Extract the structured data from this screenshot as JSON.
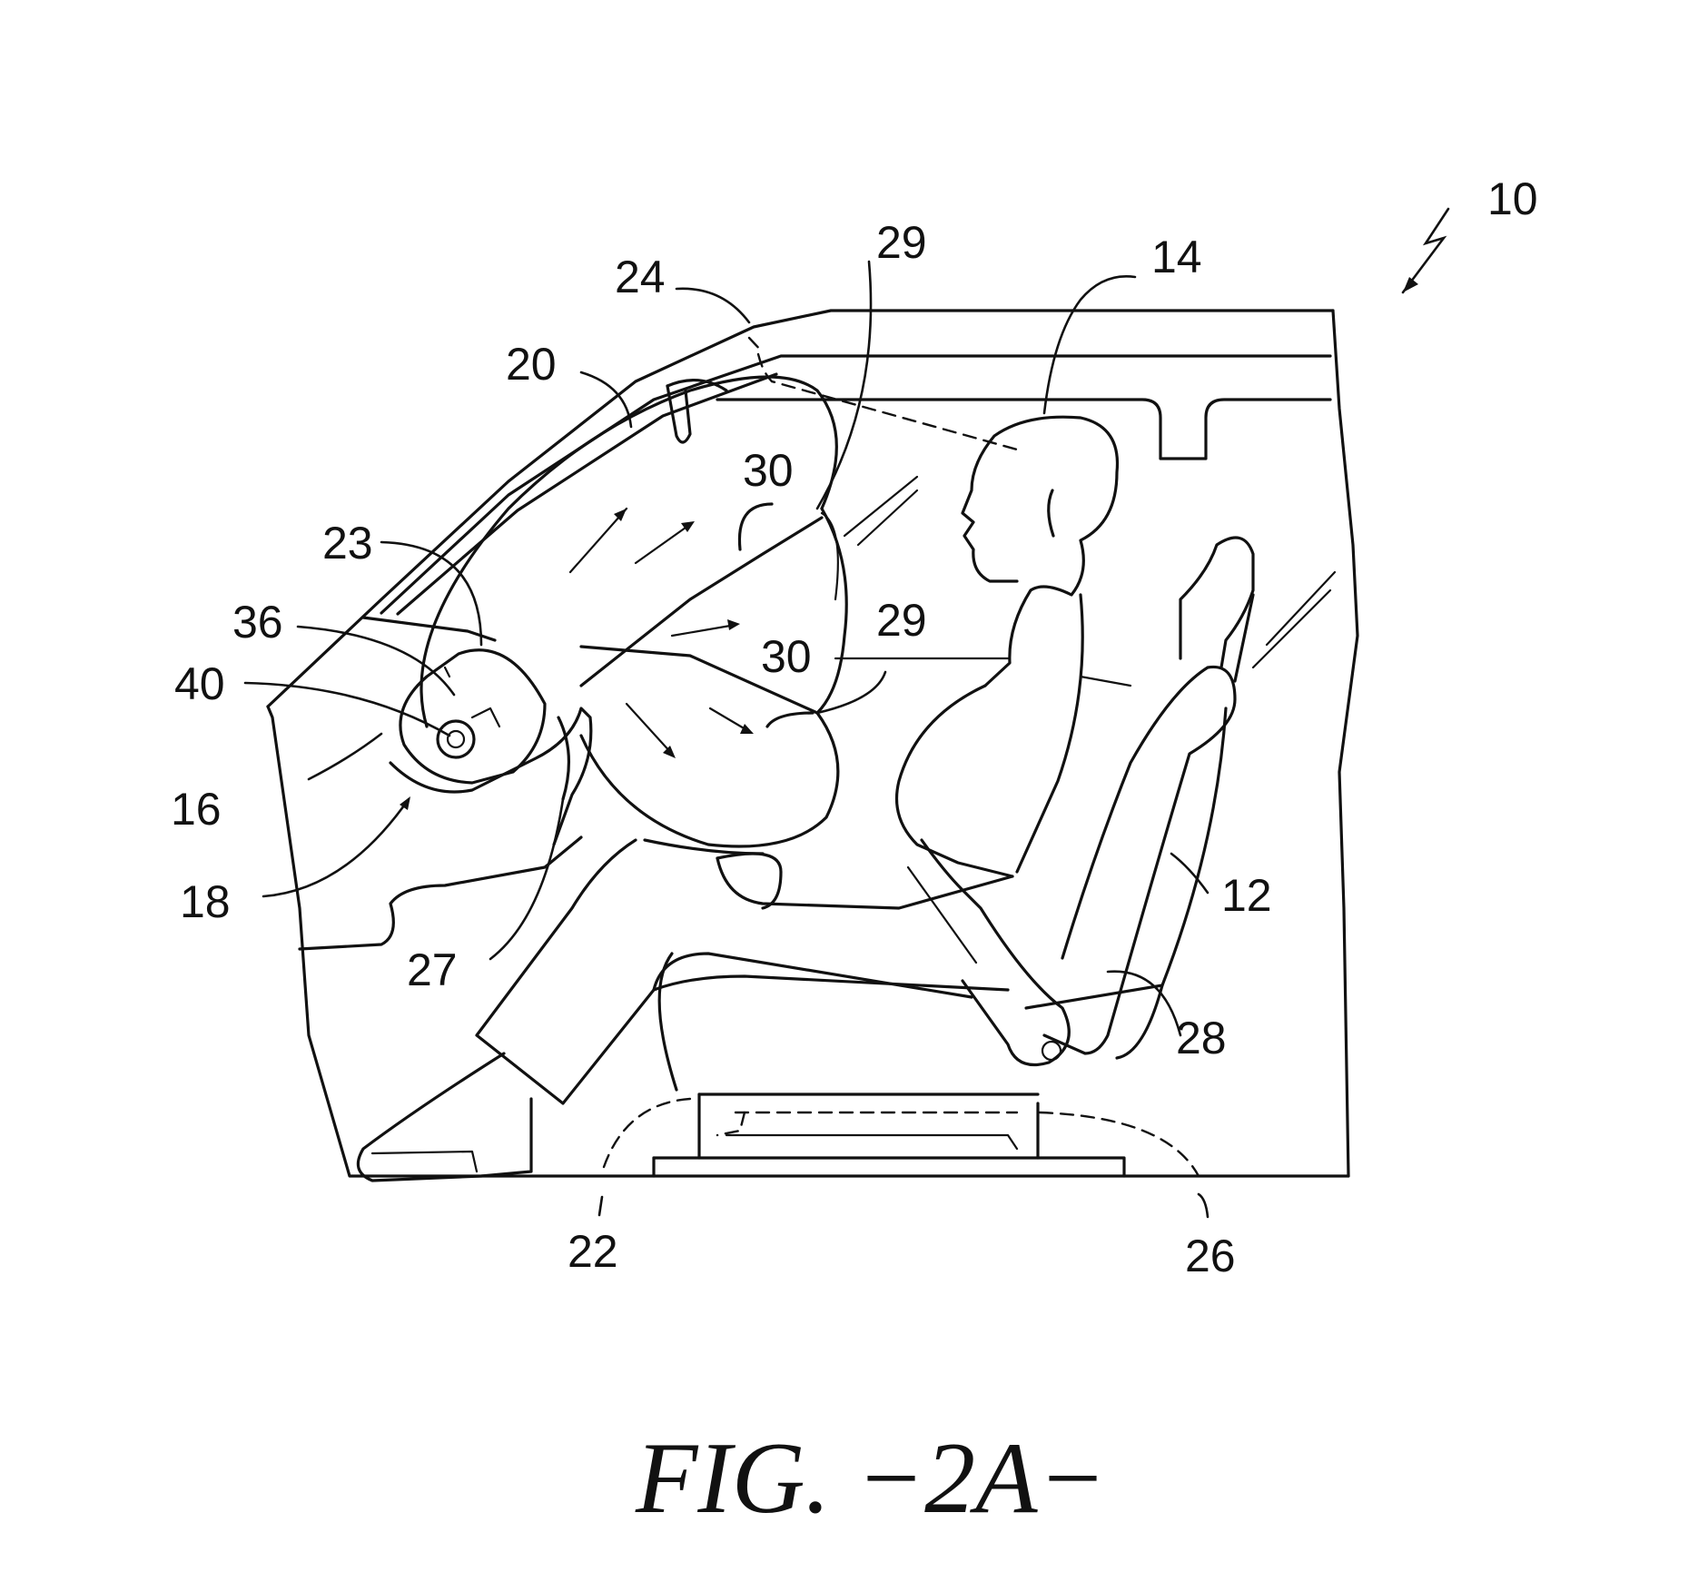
{
  "figure": {
    "caption": "FIG.  −2A−",
    "refs": {
      "r10": "10",
      "r12": "12",
      "r14": "14",
      "r16": "16",
      "r18": "18",
      "r20": "20",
      "r22": "22",
      "r23": "23",
      "r24": "24",
      "r26": "26",
      "r27": "27",
      "r28": "28",
      "r29a": "29",
      "r29b": "29",
      "r30a": "30",
      "r30b": "30",
      "r36": "36",
      "r40": "40"
    }
  }
}
